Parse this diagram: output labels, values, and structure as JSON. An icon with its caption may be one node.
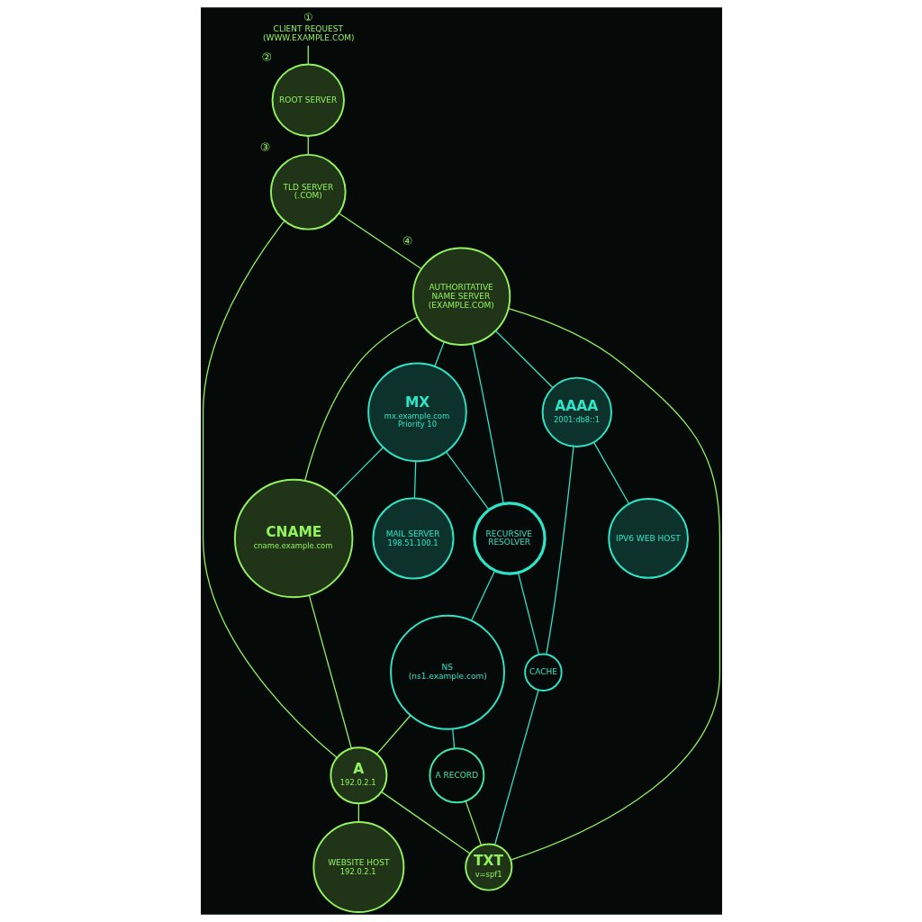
{
  "diagram": {
    "nodes": [
      {
        "text": [
          "CLIENT REQUEST (WWW.EXAMPLE.COM)"
        ],
        "beside": [
          "①"
        ]
      },
      {
        "text": [
          "ROOT SERVER"
        ],
        "beside": [
          "②"
        ]
      },
      {
        "text": [
          "TLD SERVER (.COM)"
        ],
        "beside": [
          "③"
        ]
      },
      {
        "text": [
          "MX",
          "mx.example.com Priority 10"
        ]
      },
      {
        "text": [
          "MAIL SERVER",
          "198.51.100.1"
        ]
      },
      {
        "text": [
          "AUTHORITATIVE NAME SERVER (EXAMPLE.COM)"
        ],
        "beside": [
          "④"
        ]
      },
      {
        "text": [
          "AAAA",
          "2001:db8::1"
        ]
      },
      {
        "text": [
          "IPV6 WEB HOST"
        ]
      },
      {
        "text": [
          "A",
          "192.0.2.1"
        ]
      },
      {
        "text": [
          "WEBSITE HOST",
          "192.0.2.1"
        ]
      },
      {
        "text": [
          "RECURSIVE RESOLVER"
        ]
      },
      {
        "text": [
          "CACHE"
        ]
      },
      {
        "text": [
          "CNAME",
          "cname.example.com"
        ]
      },
      {
        "text": [
          "NS (ns1.example.com)"
        ]
      },
      {
        "text": [
          "A RECORD"
        ]
      },
      {
        "text": [
          "TXT",
          "v=spf1"
        ]
      }
    ],
    "edges": [
      {
        "from": 0,
        "to": 1,
        "arrow": "none",
        "color": "#93f25f"
      },
      {
        "from": 1,
        "to": 2,
        "arrow": "none",
        "color": "#93f25f"
      },
      {
        "from": 2,
        "to": 5,
        "arrow": "none",
        "color": "#93f25f"
      },
      {
        "from": 2,
        "to": 8,
        "arrow": "none",
        "color": "#93f25f"
      },
      {
        "from": 5,
        "to": 3,
        "arrow": "none"
      },
      {
        "from": 3,
        "to": 4,
        "arrow": "none"
      },
      {
        "from": 5,
        "to": 6,
        "arrow": "none"
      },
      {
        "from": 6,
        "to": 7,
        "arrow": "none"
      },
      {
        "from": 5,
        "to": 12,
        "arrow": "none",
        "color": "#93f25f"
      },
      {
        "from": 5,
        "to": 15,
        "arrow": "none",
        "color": "#93f25f"
      },
      {
        "from": 8,
        "to": 9,
        "arrow": "none",
        "color": "#93f25f"
      },
      {
        "from": 5,
        "to": 10,
        "arrow": "none"
      },
      {
        "from": 3,
        "to": 10,
        "arrow": "none"
      },
      {
        "from": 10,
        "to": 11,
        "arrow": "none"
      },
      {
        "from": 10,
        "to": 13,
        "arrow": "none"
      },
      {
        "from": 6,
        "to": 11,
        "arrow": "none"
      },
      {
        "from": 11,
        "to": 15,
        "arrow": "none"
      },
      {
        "from": 12,
        "to": 8,
        "arrow": "none",
        "color": "#93f25f"
      },
      {
        "from": 3,
        "to": 12,
        "arrow": "none"
      },
      {
        "from": 13,
        "to": 8,
        "arrow": "none",
        "color": "#93f25f"
      },
      {
        "from": 13,
        "to": 14,
        "arrow": "none"
      },
      {
        "from": 14,
        "to": 15,
        "arrow": "none",
        "color": "#93f25f"
      },
      {
        "from": 8,
        "to": 15,
        "arrow": "none",
        "color": "#93f25f"
      }
    ]
  }
}
